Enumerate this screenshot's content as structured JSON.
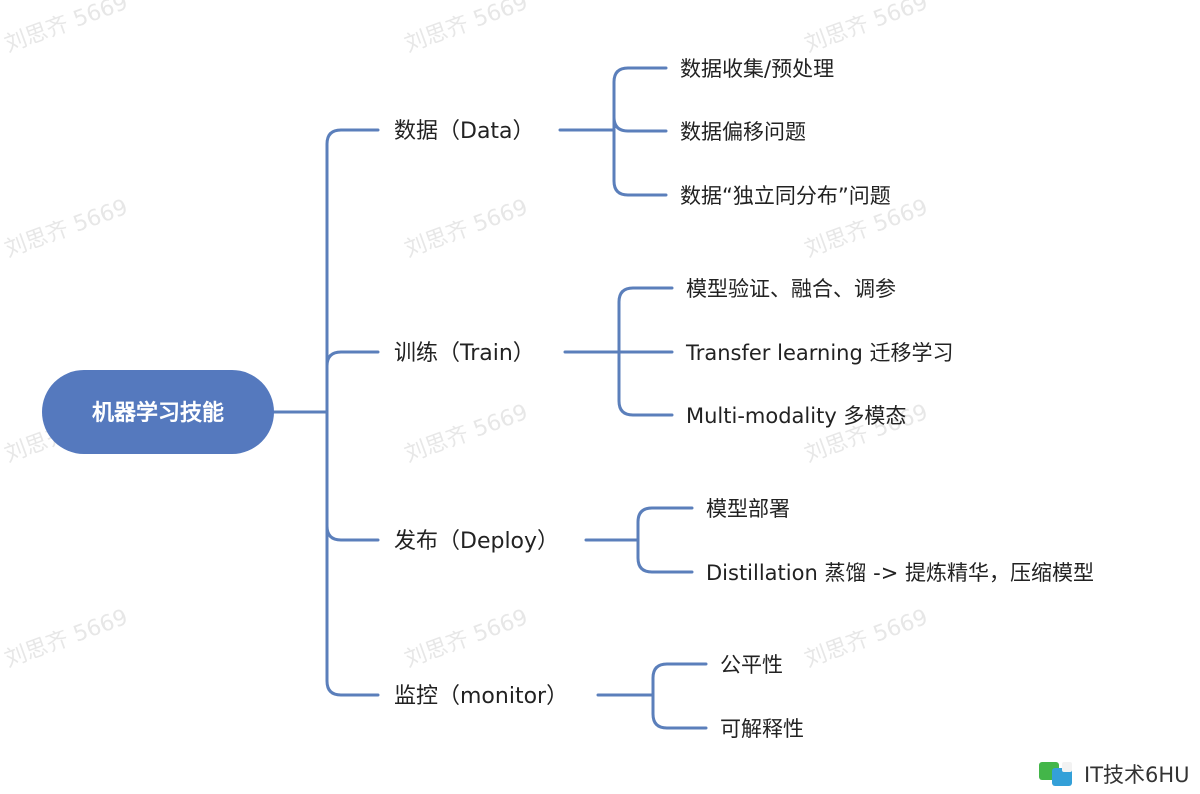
{
  "root": "机器学习技能",
  "watermark": "刘思齐 5669",
  "branches": [
    {
      "label": "数据（Data）",
      "leaves": [
        "数据收集/预处理",
        "数据偏移问题",
        "数据“独立同分布”问题"
      ]
    },
    {
      "label": "训练（Train）",
      "leaves": [
        "模型验证、融合、调参",
        "Transfer learning 迁移学习",
        "Multi-modality 多模态"
      ]
    },
    {
      "label": "发布（Deploy）",
      "leaves": [
        "模型部署",
        "Distillation 蒸馏 -> 提炼精华，压缩模型"
      ]
    },
    {
      "label": "监控（monitor）",
      "leaves": [
        "公平性",
        "可解释性"
      ]
    }
  ],
  "footer": {
    "logo_icon": "wechat-icon",
    "brand": "IT技术6HU"
  },
  "colors": {
    "accent": "#5579be",
    "connector": "#5b7fbb",
    "watermark": "#e7e7e7"
  }
}
